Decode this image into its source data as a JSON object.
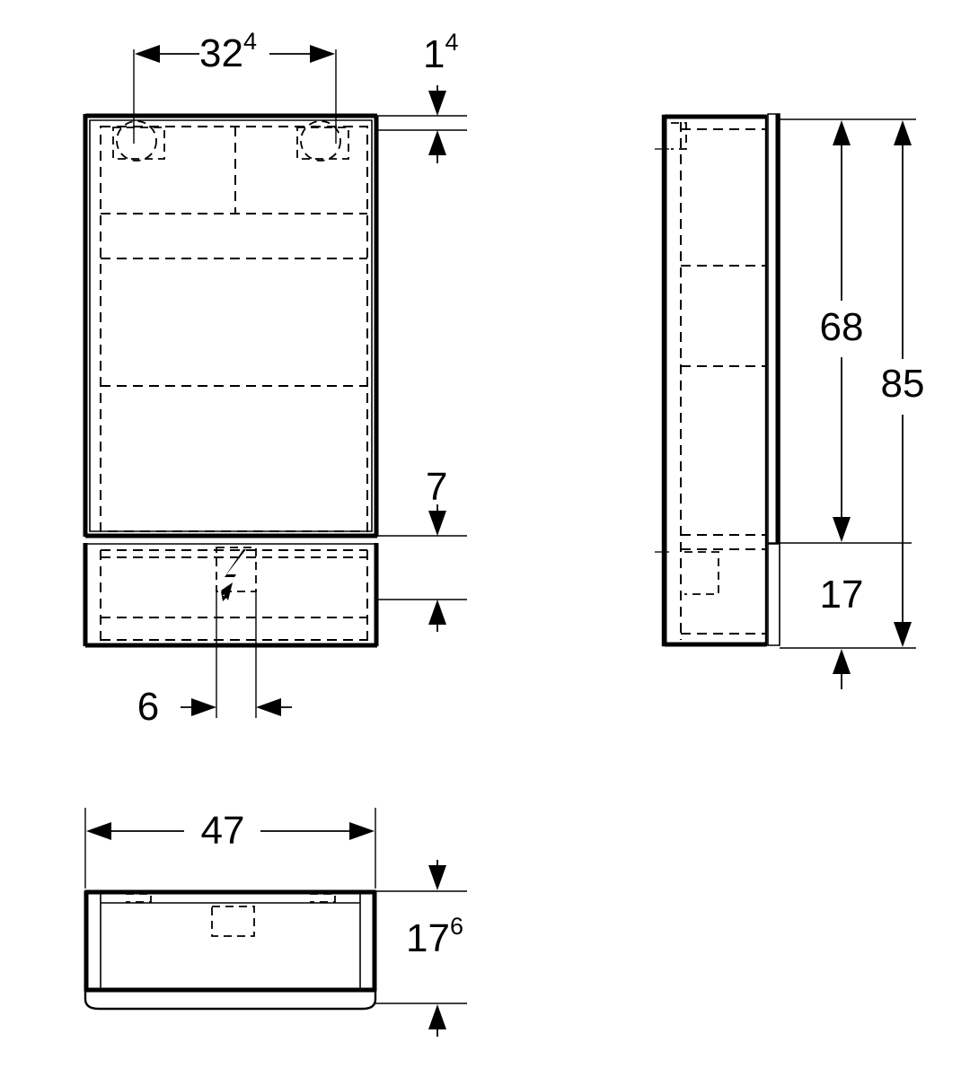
{
  "drawing": {
    "title": "Mirror cabinet technical dimension drawing",
    "units": "cm",
    "line_color": "#000000",
    "background": "#ffffff"
  },
  "views": [
    {
      "id": "front-view",
      "name": "front-elevation"
    },
    {
      "id": "side-view",
      "name": "side-elevation"
    },
    {
      "id": "bottom-view",
      "name": "bottom-plan"
    }
  ],
  "dimensions": {
    "front": {
      "width_top": {
        "value": "32",
        "sup": "4",
        "name": "dimension-32-4"
      },
      "top_gap": {
        "value": "1",
        "sup": "4",
        "name": "dimension-1-4"
      },
      "door_bottom": {
        "value": "7",
        "sup": "",
        "name": "dimension-7"
      },
      "outlet_offset": {
        "value": "6",
        "sup": "",
        "name": "dimension-6"
      }
    },
    "side": {
      "inner_height": {
        "value": "68",
        "sup": "",
        "name": "dimension-68"
      },
      "total_height": {
        "value": "85",
        "sup": "",
        "name": "dimension-85"
      },
      "lower_height": {
        "value": "17",
        "sup": "",
        "name": "dimension-17"
      }
    },
    "bottom": {
      "width": {
        "value": "47",
        "sup": "",
        "name": "dimension-47"
      },
      "depth": {
        "value": "17",
        "sup": "6",
        "name": "dimension-17-6"
      }
    }
  },
  "symbols": {
    "electrical": {
      "name": "lightning-bolt-icon",
      "label": "electrical connection"
    }
  }
}
